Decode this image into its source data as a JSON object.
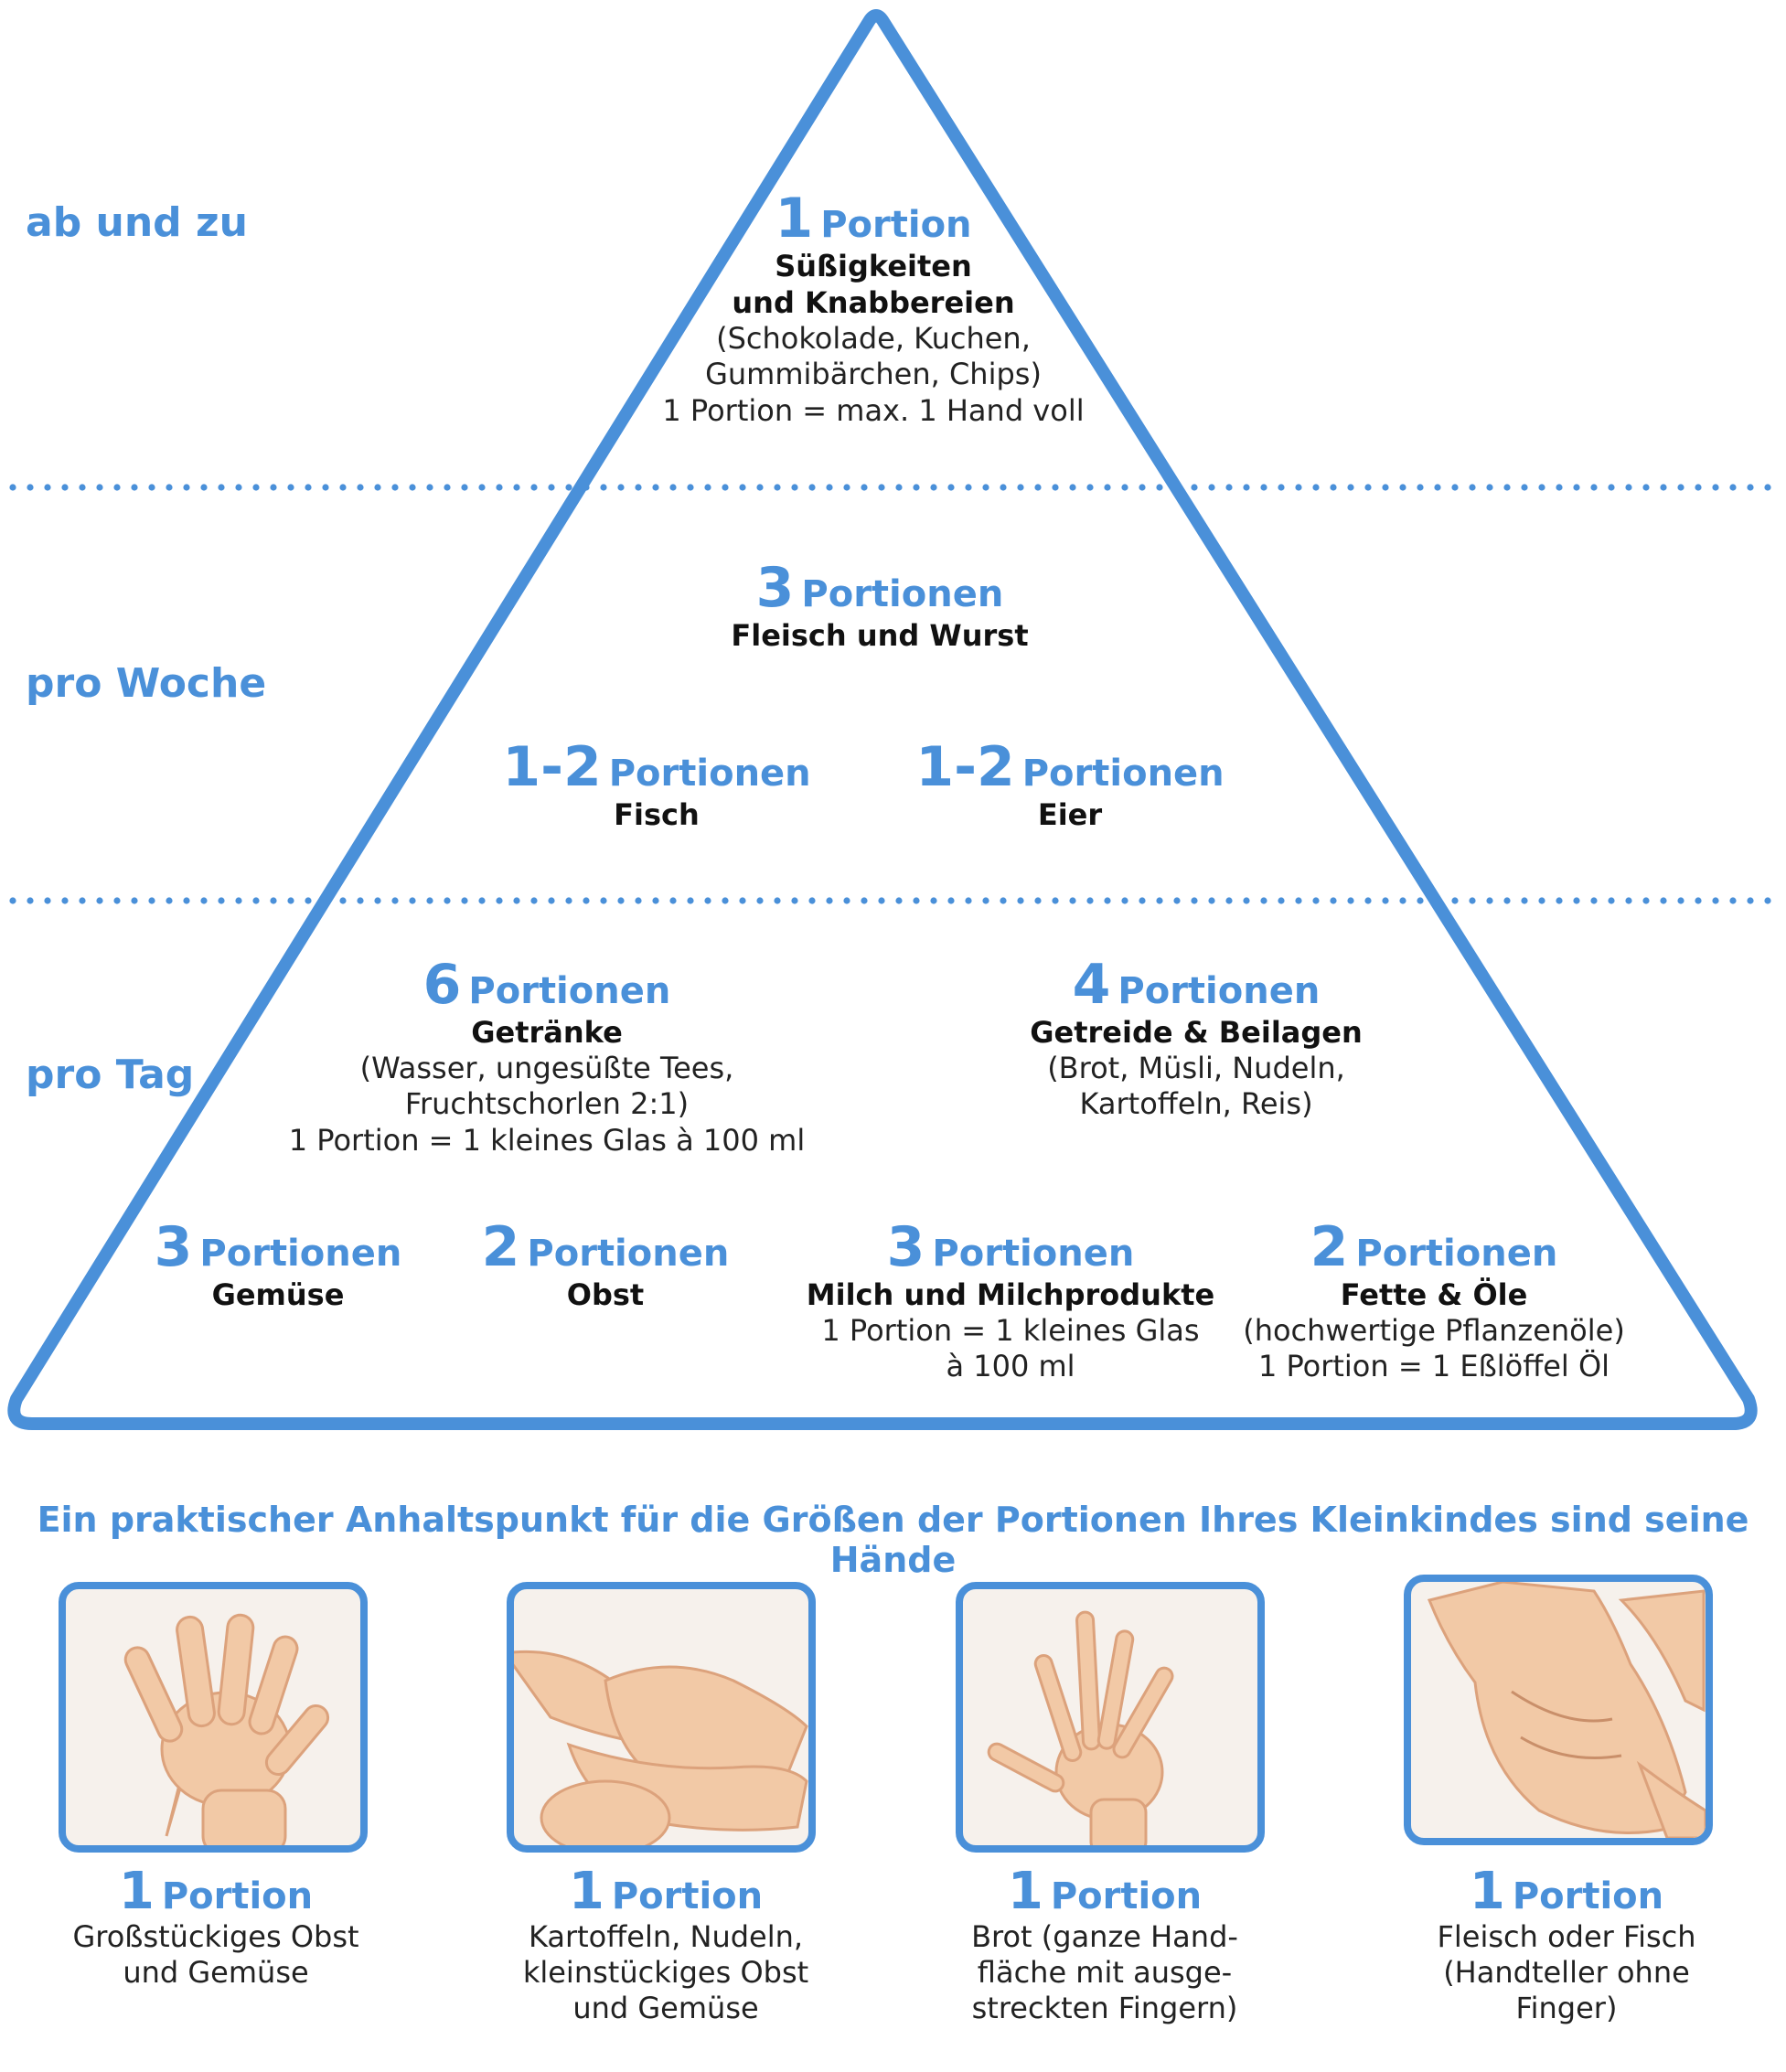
{
  "colors": {
    "accent": "#4a90d9",
    "text": "#111111",
    "skin": "#f2c9a6",
    "skin_shadow": "#dca27c"
  },
  "tiers": {
    "occasional": "ab und zu",
    "weekly": "pro Woche",
    "daily": "pro Tag"
  },
  "occasional": {
    "count": "1",
    "unit": "Portion",
    "name_lines": [
      "Süßigkeiten",
      "und Knabbereien"
    ],
    "desc_lines": [
      "(Schokolade, Kuchen,",
      "Gummibärchen, Chips)",
      "1 Portion = max. 1 Hand voll"
    ]
  },
  "weekly": {
    "meat": {
      "count": "3",
      "unit": "Portionen",
      "name": "Fleisch und Wurst"
    },
    "fish": {
      "count": "1-2",
      "unit": "Portionen",
      "name": "Fisch"
    },
    "eggs": {
      "count": "1-2",
      "unit": "Portionen",
      "name": "Eier"
    }
  },
  "daily": {
    "drinks": {
      "count": "6",
      "unit": "Portionen",
      "name": "Getränke",
      "desc_lines": [
        "(Wasser, ungesüßte Tees,",
        "Fruchtschorlen 2:1)",
        "1 Portion = 1 kleines Glas à 100 ml"
      ]
    },
    "grains": {
      "count": "4",
      "unit": "Portionen",
      "name": "Getreide & Beilagen",
      "desc_lines": [
        "(Brot, Müsli, Nudeln,",
        "Kartoffeln, Reis)"
      ]
    },
    "vegetables": {
      "count": "3",
      "unit": "Portionen",
      "name": "Gemüse"
    },
    "fruit": {
      "count": "2",
      "unit": "Portionen",
      "name": "Obst"
    },
    "dairy": {
      "count": "3",
      "unit": "Portionen",
      "name": "Milch und Milchprodukte",
      "desc_lines": [
        "1 Portion = 1 kleines Glas",
        "à 100 ml"
      ]
    },
    "fats": {
      "count": "2",
      "unit": "Portionen",
      "name": "Fette & Öle",
      "desc_lines": [
        "(hochwertige Pflanzenöle)",
        "1 Portion = 1 Eßlöffel Öl"
      ]
    }
  },
  "hint": "Ein praktischer Anhaltspunkt für die Größen der Portionen Ihres Kleinkindes sind seine Hände",
  "hands": [
    {
      "icon": "open-hand-icon",
      "count": "1",
      "unit": "Portion",
      "desc_lines": [
        "Großstückiges Obst",
        "und Gemüse"
      ]
    },
    {
      "icon": "cupped-hands-icon",
      "count": "1",
      "unit": "Portion",
      "desc_lines": [
        "Kartoffeln, Nudeln,",
        "kleinstückiges Obst",
        "und Gemüse"
      ]
    },
    {
      "icon": "spread-fingers-icon",
      "count": "1",
      "unit": "Portion",
      "desc_lines": [
        "Brot (ganze Hand-",
        "fläche mit ausge-",
        "streckten Fingern)"
      ]
    },
    {
      "icon": "palm-icon",
      "count": "1",
      "unit": "Portion",
      "desc_lines": [
        "Fleisch oder Fisch",
        "(Handteller ohne",
        "Finger)"
      ]
    }
  ]
}
